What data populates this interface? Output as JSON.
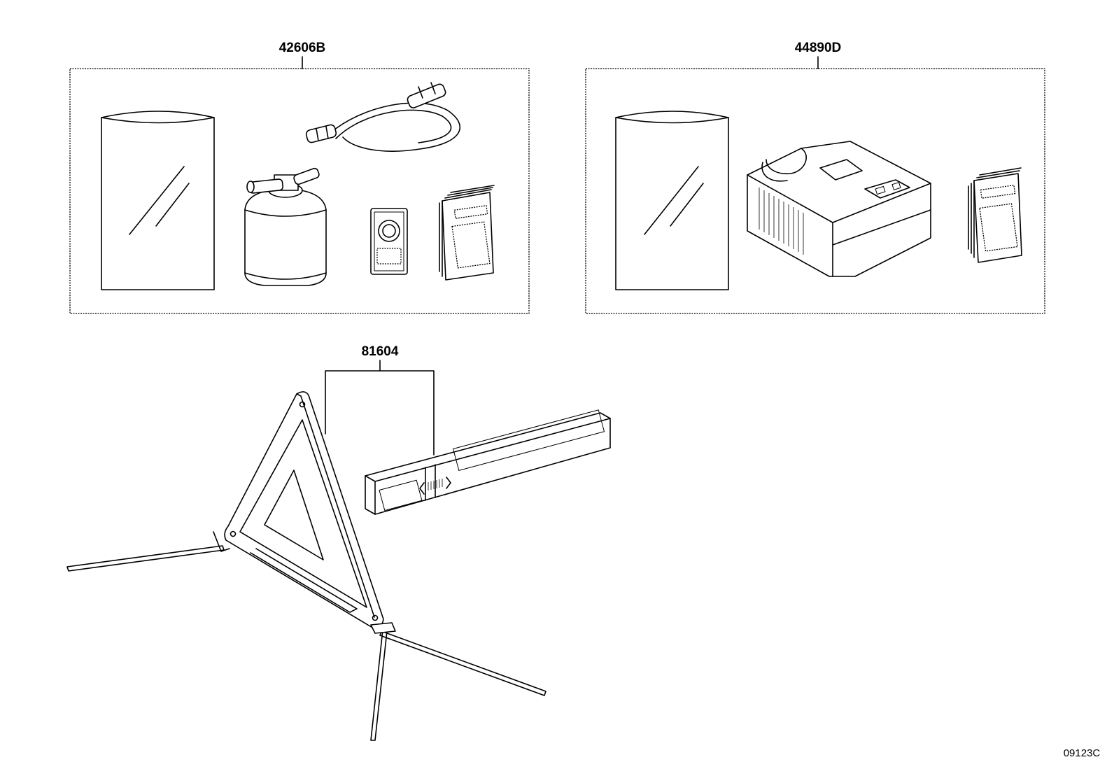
{
  "diagram": {
    "groups": [
      {
        "part_number": "42606B",
        "contents": [
          "instruction-bag",
          "hose",
          "sealant-bottle",
          "sticker",
          "manual"
        ]
      },
      {
        "part_number": "44890D",
        "contents": [
          "instruction-bag",
          "air-compressor",
          "manual"
        ]
      },
      {
        "part_number": "81604",
        "contents": [
          "warning-triangle",
          "triangle-case"
        ]
      }
    ],
    "figure_code": "09123C"
  }
}
